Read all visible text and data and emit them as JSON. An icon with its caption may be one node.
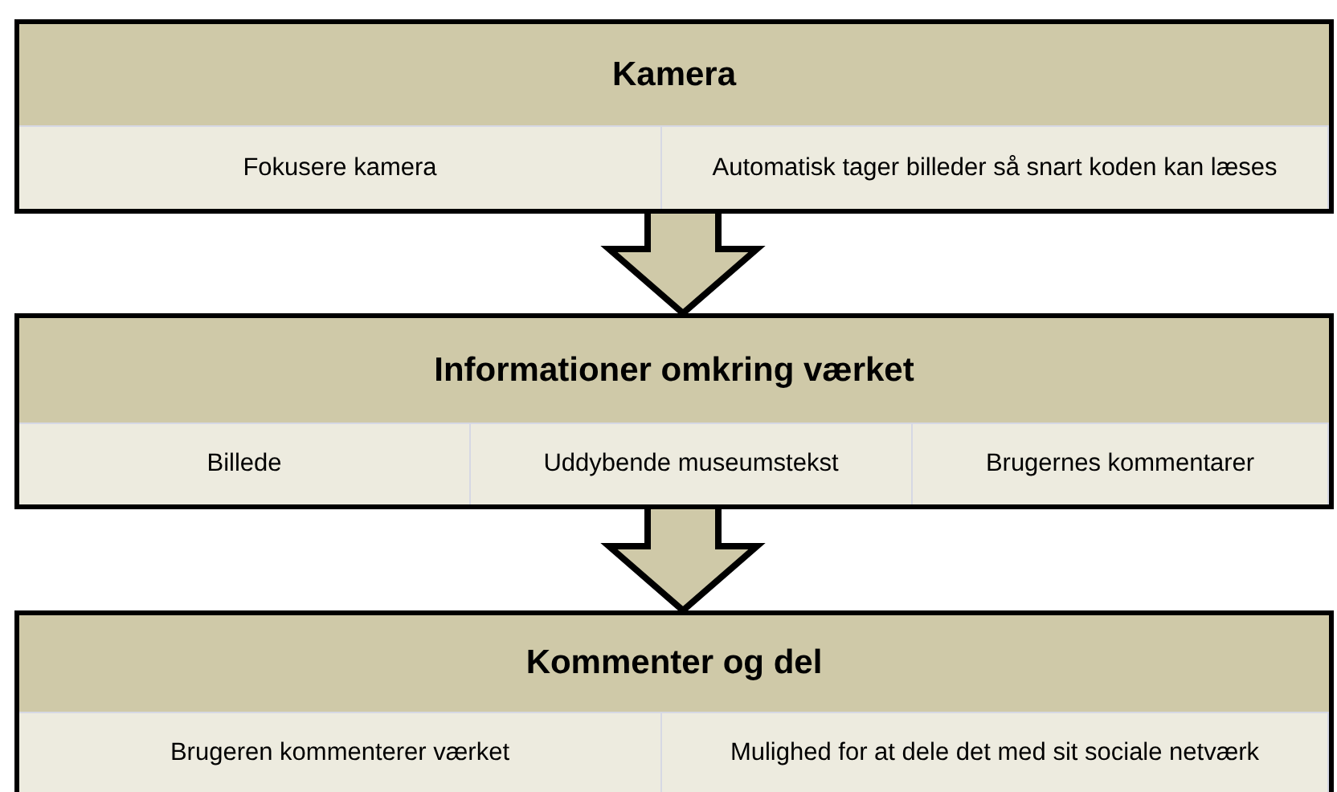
{
  "diagram": {
    "nodes": [
      {
        "text": [
          "Kamera"
        ]
      },
      {
        "text": [
          "Fokusere kamera"
        ],
        "in": 0
      },
      {
        "text": [
          "Automatisk tager billeder så snart koden kan læses"
        ],
        "in": 0
      },
      {
        "text": [
          "Informationer omkring værket"
        ]
      },
      {
        "text": [
          "Billede"
        ],
        "in": 3
      },
      {
        "text": [
          "Uddybende museumstekst"
        ],
        "in": 3
      },
      {
        "text": [
          "Brugernes kommentarer"
        ],
        "in": 3
      },
      {
        "text": [
          "Kommenter og del"
        ]
      },
      {
        "text": [
          "Brugeren kommenterer værket"
        ],
        "in": 7
      },
      {
        "text": [
          "Mulighed for at dele det med sit sociale netværk"
        ],
        "in": 7
      }
    ],
    "edges": [
      {
        "from": 0,
        "to": 3,
        "arrow": "to"
      },
      {
        "from": 3,
        "to": 7,
        "arrow": "to"
      }
    ]
  }
}
